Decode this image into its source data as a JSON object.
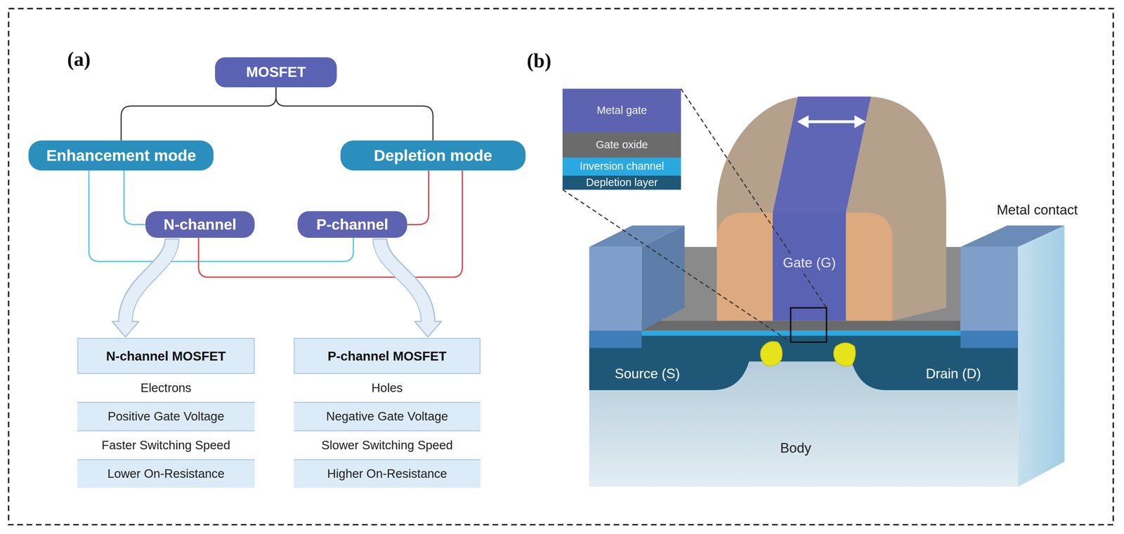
{
  "diagram": {
    "nodes": [
      {
        "text": [
          "MOSFET"
        ]
      },
      {
        "text": [
          "Enhancement mode"
        ]
      },
      {
        "text": [
          "Depletion mode"
        ]
      },
      {
        "text": [
          "N-channel"
        ]
      },
      {
        "text": [
          "P-channel"
        ]
      },
      {
        "text": [
          "N-channel MOSFET"
        ]
      },
      {
        "text": [
          "Electrons"
        ],
        "in": 5
      },
      {
        "text": [
          "Positive Gate Voltage"
        ],
        "in": 5
      },
      {
        "text": [
          "Faster Switching Speed"
        ],
        "in": 5
      },
      {
        "text": [
          "Lower On-Resistance"
        ],
        "in": 5
      },
      {
        "text": [
          "P-channel MOSFET"
        ]
      },
      {
        "text": [
          "Holes"
        ],
        "in": 10
      },
      {
        "text": [
          "Negative Gate Voltage"
        ],
        "in": 10
      },
      {
        "text": [
          "Slower Switching Speed"
        ],
        "in": 10
      },
      {
        "text": [
          "Higher On-Resistance"
        ],
        "in": 10
      },
      {
        "text": [
          "Metal gate"
        ]
      },
      {
        "text": [
          "Gate oxide"
        ]
      },
      {
        "text": [
          "Inversion channel"
        ]
      },
      {
        "text": [
          "Depletion layer"
        ]
      }
    ],
    "edges": [
      {
        "from": 0,
        "to": 1,
        "arrow": "none"
      },
      {
        "from": 0,
        "to": 2,
        "arrow": "none"
      },
      {
        "from": 1,
        "to": 3,
        "arrow": "none"
      },
      {
        "from": 1,
        "to": 4,
        "arrow": "none"
      },
      {
        "from": 2,
        "to": 4,
        "arrow": "none"
      },
      {
        "from": 2,
        "to": 3,
        "arrow": "none"
      },
      {
        "from": 3,
        "to": 5,
        "arrow": "to"
      },
      {
        "from": 4,
        "to": 10,
        "arrow": "to"
      }
    ],
    "labels": [
      "(a)",
      "(b)",
      "Metal contact",
      "Gate (G)",
      "Source (S)",
      "Drain (D)",
      "Body"
    ]
  }
}
